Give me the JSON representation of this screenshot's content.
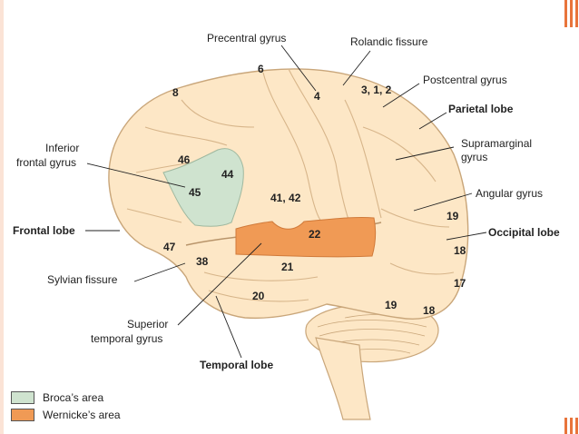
{
  "colors": {
    "brain_fill": "#fde7c6",
    "brain_stroke": "#c9a67a",
    "broca": "#cfe3cf",
    "wernicke": "#f09a55",
    "accent": "#e8743b"
  },
  "labels": {
    "precentral_gyrus": "Precentral gyrus",
    "rolandic_fissure": "Rolandic fissure",
    "postcentral_gyrus": "Postcentral gyrus",
    "parietal_lobe": "Parietal lobe",
    "supramarginal_1": "Supramarginal",
    "supramarginal_2": "gyrus",
    "angular_gyrus": "Angular gyrus",
    "occipital_lobe": "Occipital lobe",
    "inferior_1": "Inferior",
    "inferior_2": "frontal gyrus",
    "frontal_lobe": "Frontal lobe",
    "sylvian_fissure": "Sylvian fissure",
    "superior_temporal_1": "Superior",
    "superior_temporal_2": "temporal gyrus",
    "temporal_lobe": "Temporal lobe"
  },
  "areas": {
    "a6": "6",
    "a8": "8",
    "a4": "4",
    "a312": "3, 1, 2",
    "a46": "46",
    "a44": "44",
    "a45": "45",
    "a4142": "41, 42",
    "a22": "22",
    "a47": "47",
    "a38": "38",
    "a21": "21",
    "a20": "20",
    "a19a": "19",
    "a18a": "18",
    "a17": "17",
    "a19b": "19",
    "a18b": "18"
  },
  "legend": {
    "broca": "Broca’s area",
    "wernicke": "Wernicke’s area"
  }
}
